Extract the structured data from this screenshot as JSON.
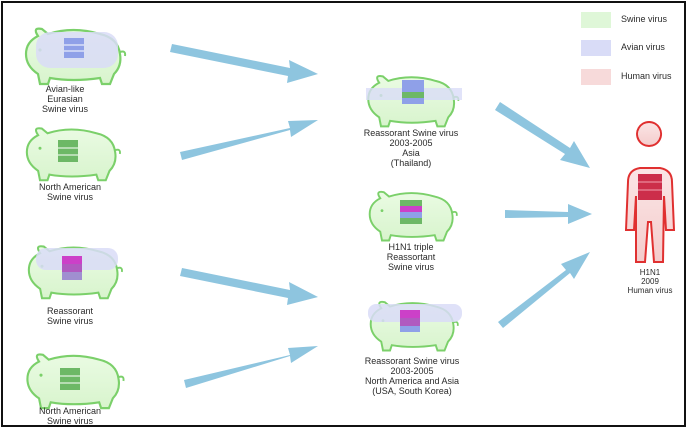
{
  "legend": {
    "swine": {
      "label": "Swine virus",
      "color": "#dff7d8"
    },
    "avian": {
      "label": "Avian virus",
      "color": "#d9dcf7"
    },
    "human": {
      "label": "Human virus",
      "color": "#f7dada"
    }
  },
  "sources": [
    {
      "lines": [
        "Avian-like",
        "Eurasian",
        "Swine virus"
      ]
    },
    {
      "lines": [
        "North American",
        "Swine virus"
      ]
    },
    {
      "lines": [
        "Reassorant",
        "Swine virus"
      ]
    },
    {
      "lines": [
        "North American",
        "Swine virus"
      ]
    }
  ],
  "intermediates": [
    {
      "lines": [
        "Reassorant Swine virus",
        "2003-2005",
        "Asia",
        "(Thailand)"
      ]
    },
    {
      "lines": [
        "H1N1 triple",
        "Reassortant",
        "Swine virus"
      ]
    },
    {
      "lines": [
        "Reassorant Swine virus",
        "2003-2005",
        "North America and Asia",
        "(USA, South Korea)"
      ]
    }
  ],
  "result": {
    "lines": [
      "H1N1",
      "2009",
      "Human virus"
    ]
  },
  "colors": {
    "arrow": "#8ec5df",
    "pig_outline": "#7bd06a",
    "human_outline": "#e03030",
    "border": "#111111"
  }
}
